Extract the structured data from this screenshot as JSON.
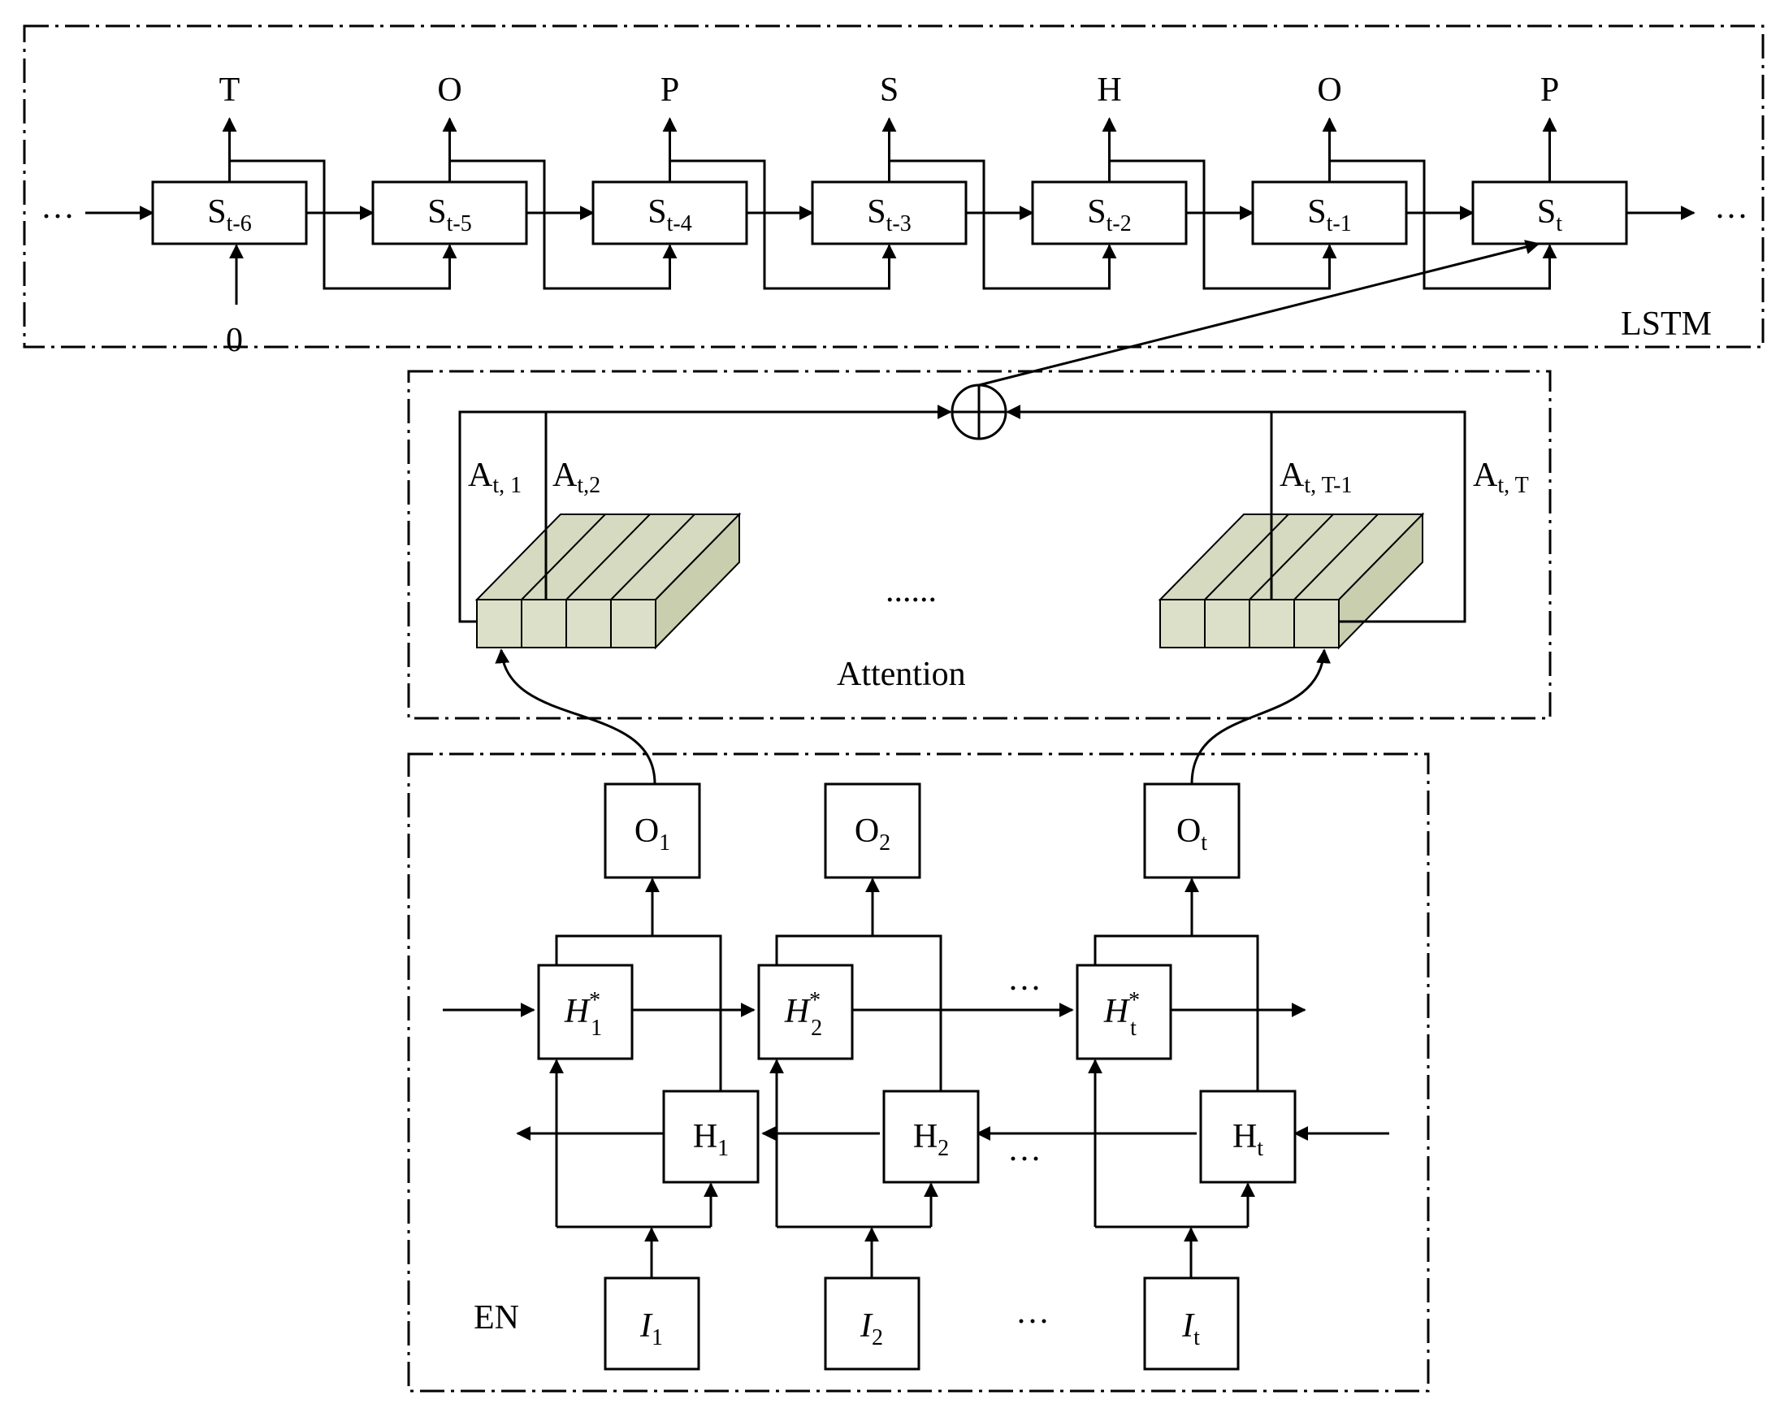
{
  "lstm": {
    "label": "LSTM",
    "outputs": [
      "T",
      "O",
      "P",
      "S",
      "H",
      "O",
      "P"
    ],
    "cells": [
      {
        "base": "S",
        "sub": "t-6"
      },
      {
        "base": "S",
        "sub": "t-5"
      },
      {
        "base": "S",
        "sub": "t-4"
      },
      {
        "base": "S",
        "sub": "t-3"
      },
      {
        "base": "S",
        "sub": "t-2"
      },
      {
        "base": "S",
        "sub": "t-1"
      },
      {
        "base": "S",
        "sub": "t"
      }
    ],
    "initial_input": "0",
    "ellipsis_left": "···",
    "ellipsis_right": "···"
  },
  "attention": {
    "label": "Attention",
    "sum_symbol": "⊕",
    "weights": [
      {
        "base": "A",
        "sub": "t, 1"
      },
      {
        "base": "A",
        "sub": "t,2"
      },
      {
        "base": "A",
        "sub": "t, T-1"
      },
      {
        "base": "A",
        "sub": "t, T"
      }
    ],
    "ellipsis": "......"
  },
  "encoder": {
    "label": "EN",
    "outputs": [
      {
        "base": "O",
        "sub": "1"
      },
      {
        "base": "O",
        "sub": "2"
      },
      {
        "base": "O",
        "sub": "t"
      }
    ],
    "forward_states": [
      {
        "base": "H",
        "sub": "1",
        "sup": "*"
      },
      {
        "base": "H",
        "sub": "2",
        "sup": "*"
      },
      {
        "base": "H",
        "sub": "t",
        "sup": "*"
      }
    ],
    "backward_states": [
      {
        "base": "H",
        "sub": "1"
      },
      {
        "base": "H",
        "sub": "2"
      },
      {
        "base": "H",
        "sub": "t"
      }
    ],
    "inputs": [
      {
        "base": "I",
        "sub": "1"
      },
      {
        "base": "I",
        "sub": "2"
      },
      {
        "base": "I",
        "sub": "t"
      }
    ],
    "ellipsis": "···"
  }
}
